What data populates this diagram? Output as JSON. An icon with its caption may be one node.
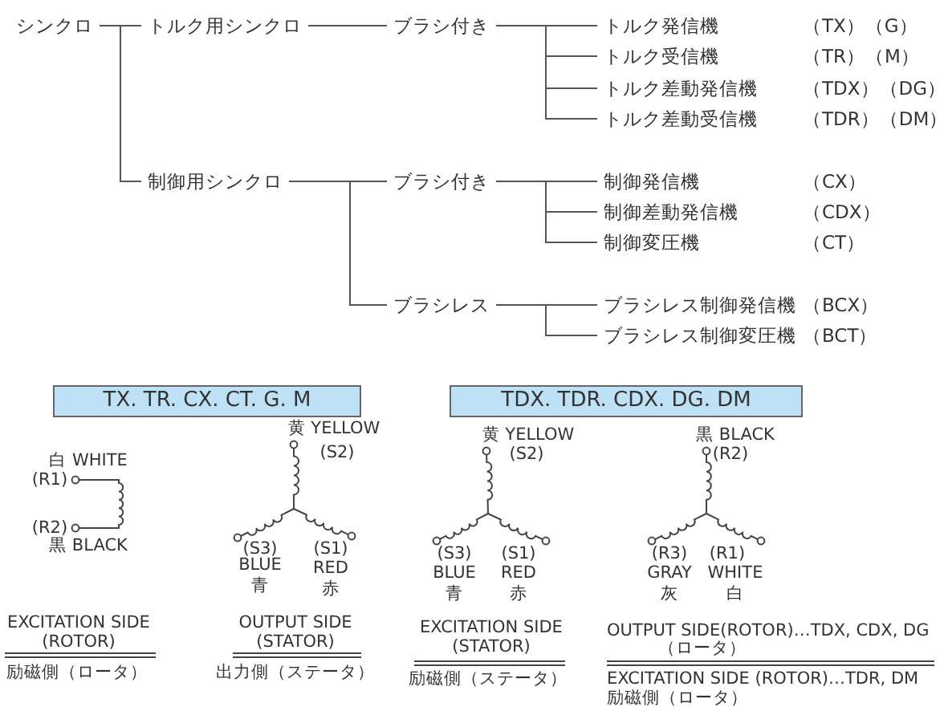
{
  "diagram": {
    "nodes": [
      {
        "text": [
          "シンクロ"
        ]
      },
      {
        "text": [
          "トルク用シンクロ"
        ]
      },
      {
        "text": [
          "ブラシ付き"
        ]
      },
      {
        "text": [
          "トルク発信機"
        ],
        "beside": [
          "（TX）（G）"
        ]
      },
      {
        "text": [
          "トルク受信機"
        ],
        "beside": [
          "（TR）（M）"
        ]
      },
      {
        "text": [
          "トルク差動発信機"
        ],
        "beside": [
          "（TDX）（DG）"
        ]
      },
      {
        "text": [
          "トルク差動受信機"
        ],
        "beside": [
          "（TDR）（DM）"
        ]
      },
      {
        "text": [
          "制御用シンクロ"
        ]
      },
      {
        "text": [
          "ブラシ付き"
        ]
      },
      {
        "text": [
          "制御発信機"
        ],
        "beside": [
          "（CX）"
        ]
      },
      {
        "text": [
          "制御差動発信機"
        ],
        "beside": [
          "（CDX）"
        ]
      },
      {
        "text": [
          "制御変圧機"
        ],
        "beside": [
          "（CT）"
        ]
      },
      {
        "text": [
          "ブラシレス"
        ]
      },
      {
        "text": [
          "ブラシレス制御発信機"
        ],
        "beside": [
          "（BCX）"
        ]
      },
      {
        "text": [
          "ブラシレス制御変圧機"
        ],
        "beside": [
          "（BCT）"
        ]
      },
      {
        "text": [
          "TX. TR. CX. CT. G. M"
        ]
      },
      {
        "text": [
          "TDX. TDR. CDX. DG. DM"
        ]
      }
    ],
    "edges": [
      {
        "from": 0,
        "to": 1,
        "arrow": "none"
      },
      {
        "from": 0,
        "to": 7,
        "arrow": "none"
      },
      {
        "from": 1,
        "to": 2,
        "arrow": "none"
      },
      {
        "from": 2,
        "to": 3,
        "arrow": "none"
      },
      {
        "from": 2,
        "to": 4,
        "arrow": "none"
      },
      {
        "from": 2,
        "to": 5,
        "arrow": "none"
      },
      {
        "from": 2,
        "to": 6,
        "arrow": "none"
      },
      {
        "from": 7,
        "to": 8,
        "arrow": "none"
      },
      {
        "from": 7,
        "to": 12,
        "arrow": "none"
      },
      {
        "from": 8,
        "to": 9,
        "arrow": "none"
      },
      {
        "from": 8,
        "to": 10,
        "arrow": "none"
      },
      {
        "from": 8,
        "to": 11,
        "arrow": "none"
      },
      {
        "from": 12,
        "to": 13,
        "arrow": "none"
      },
      {
        "from": 12,
        "to": 14,
        "arrow": "none"
      }
    ],
    "labels": [
      "白 WHITE",
      "(R1)",
      "(R2)",
      "黒 BLACK",
      "黄 YELLOW",
      "(S2)",
      "(S3)",
      "BLUE",
      "青",
      "(S1)",
      "RED",
      "赤",
      "黄 YELLOW",
      "(S2)",
      "(S3)",
      "BLUE",
      "青",
      "(S1)",
      "RED",
      "赤",
      "黒 BLACK",
      "(R2)",
      "(R3)",
      "GRAY",
      "灰",
      "(R1)",
      "WHITE",
      "白",
      "EXCITATION SIDE (ROTOR)",
      "励磁側（ロータ）",
      "OUTPUT SIDE (STATOR)",
      "出力側（ステータ）",
      "EXCITATION SIDE (STATOR)",
      "励磁側（ステータ）",
      "OUTPUT SIDE(ROTOR)…TDX, CDX, DG",
      "（ロータ）",
      "EXCITATION SIDE (ROTOR)…TDR, DM",
      "励磁側（ロータ）"
    ]
  }
}
